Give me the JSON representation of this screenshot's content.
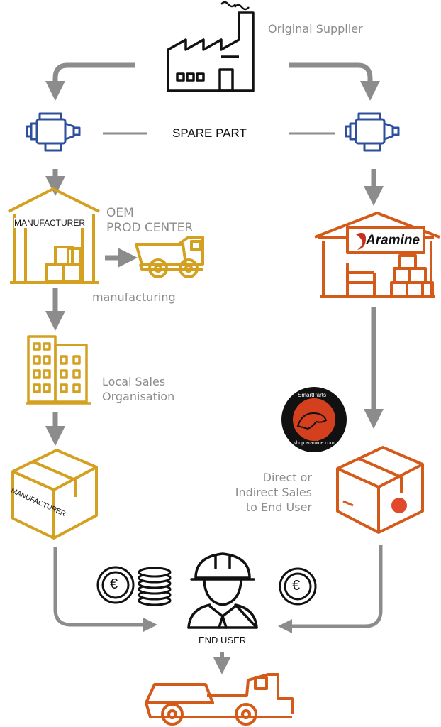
{
  "labels": {
    "original_supplier": "Original Supplier",
    "spare_part": "SPARE PART",
    "manufacturer_roof": "MANUFACTURER",
    "oem_line1": "OEM",
    "oem_line2": "PROD CENTER",
    "manufacturing": "manufacturing",
    "local_sales_line1": "Local Sales",
    "local_sales_line2": "Organisation",
    "manufacturer_box": "MANUFACTURER",
    "direct_line1": "Direct or",
    "direct_line2": "Indirect Sales",
    "direct_line3": "to End User",
    "end_user": "END USER",
    "aramine_logo": "Aramine",
    "smartparts_badge_top": "SmartParts",
    "smartparts_badge_bottom": "shop.aramine.com",
    "euro_symbol": "€"
  },
  "colors": {
    "blue": "#2e4f9e",
    "gold": "#d4a020",
    "orange": "#d45a1a",
    "arrow_gray": "#8c8c8c",
    "black": "#111111",
    "red": "#c8301e"
  },
  "icons": [
    "factory-icon",
    "starter-motor-icon",
    "warehouse-icon",
    "dump-truck-icon",
    "office-building-icon",
    "cardboard-box-icon",
    "worker-icon",
    "euro-coin-icon",
    "coin-stack-icon",
    "mining-loader-icon",
    "smartparts-badge-icon"
  ]
}
